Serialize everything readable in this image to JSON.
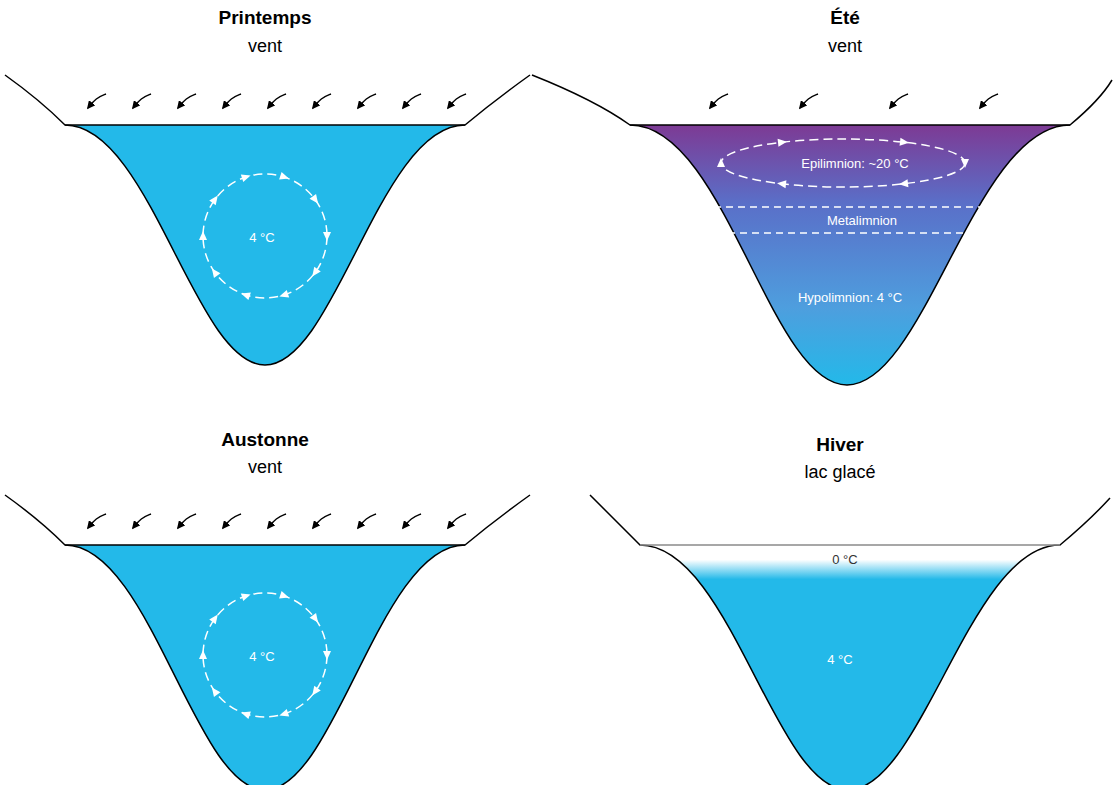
{
  "diagram": {
    "nodes": [
      {
        "text": [
          "Printemps",
          "vent",
          "4 °C"
        ]
      },
      {
        "text": [
          "Été",
          "vent",
          "Epilimnion: ~20 °C",
          "Metalimnion",
          "Hypolimnion: 4 °C"
        ]
      },
      {
        "text": [
          "Austonne",
          "vent",
          "4 °C"
        ]
      },
      {
        "text": [
          "Hiver",
          "lac glacé",
          "0 °C",
          "4 °C"
        ]
      }
    ]
  }
}
